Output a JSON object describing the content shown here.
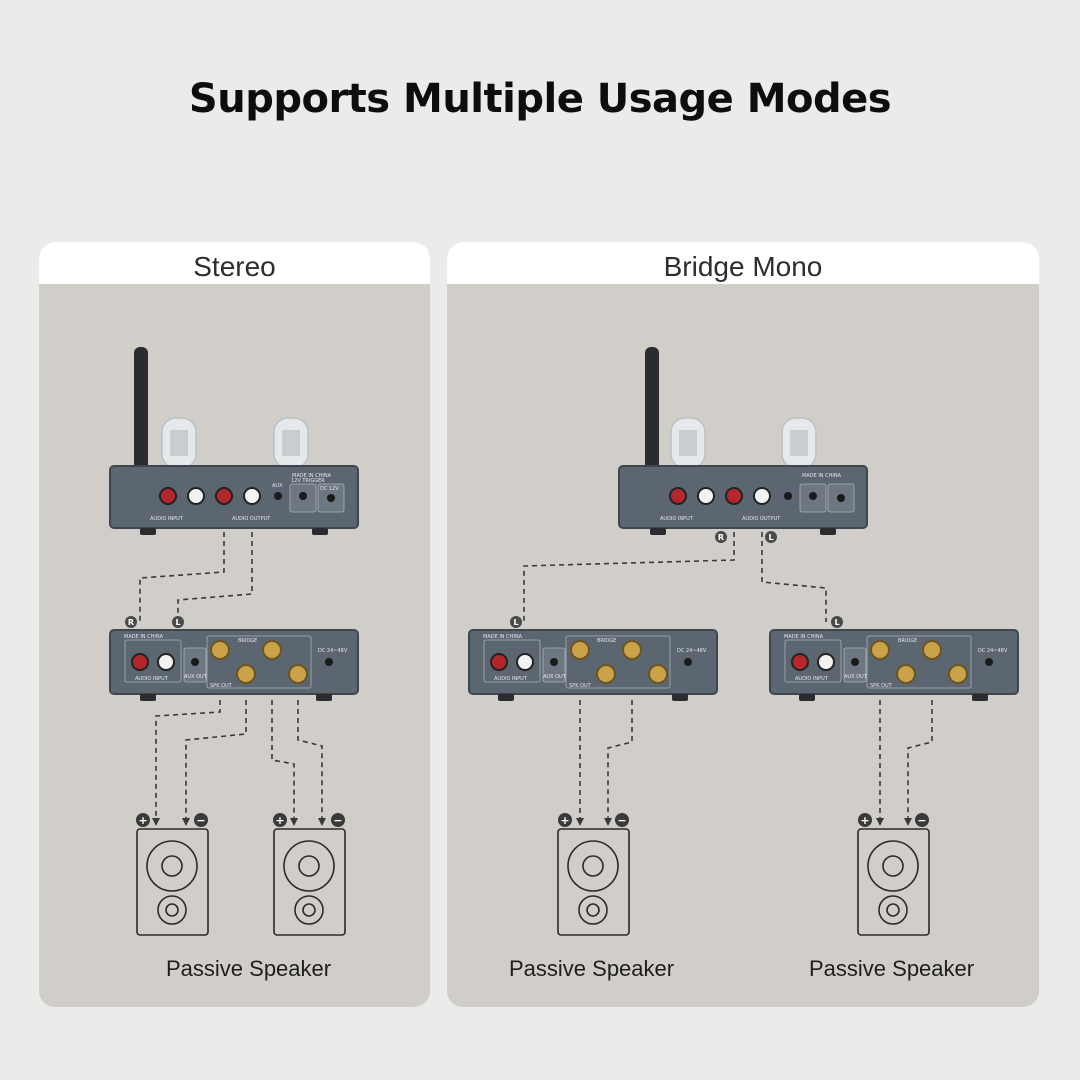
{
  "title": "Supports Multiple Usage Modes",
  "panels": {
    "stereo": {
      "title": "Stereo",
      "speaker_caption": "Passive Speaker"
    },
    "mono": {
      "title": "Bridge Mono",
      "speaker_caption_left": "Passive Speaker",
      "speaker_caption_right": "Passive Speaker"
    }
  },
  "device_labels": {
    "made_in": "MADE IN CHINA",
    "audio_input": "AUDIO INPUT",
    "audio_output": "AUDIO OUTPUT",
    "aux_in": "AUX",
    "trigger": "12V TRIGGER",
    "dc_in": "DC 12V",
    "aux_out": "AUX OUT",
    "spk_out": "SPK OUT",
    "bridge": "BRIDGE",
    "dc_amp": "DC 24~48V"
  },
  "channel_marks": {
    "right": "R",
    "left": "L",
    "plus": "+",
    "minus": "−"
  },
  "colors": {
    "background": "#ebebea",
    "panel": "#d1ceca",
    "panel_header": "#ffffff",
    "device": "#5c6671",
    "rca_red": "#b3262c",
    "rca_white": "#f2f2f2",
    "terminal_gold": "#c9a24a",
    "cable": "#3a3a3a"
  }
}
